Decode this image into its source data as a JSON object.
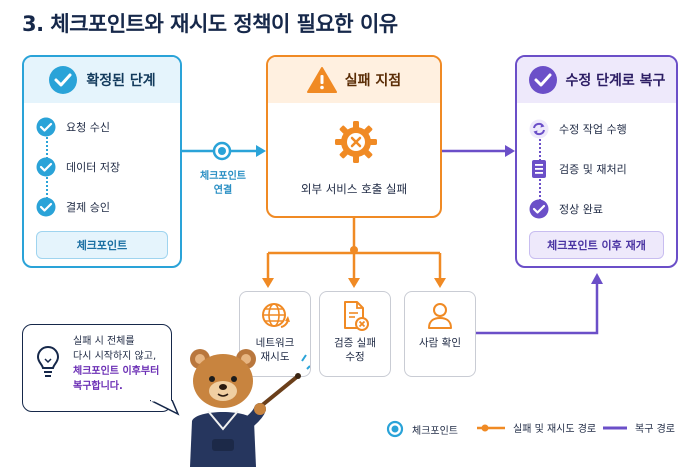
{
  "title": "3. 체크포인트와 재시도 정책이 필요한 이유",
  "left_card": {
    "title": "확정된 단계",
    "steps": [
      "요청 수신",
      "데이터 저장",
      "결제 승인"
    ],
    "footer": "체크포인트"
  },
  "connector": {
    "line1": "체크포인트",
    "line2": "연결"
  },
  "mid_card": {
    "title": "실패 지점",
    "body": "외부 서비스 호출 실패"
  },
  "right_card": {
    "title": "수정 단계로 복구",
    "steps": [
      "수정 작업 수행",
      "검증 및 재처리",
      "정상 완료"
    ],
    "footer": "체크포인트 이후 재개"
  },
  "options": [
    {
      "line1": "네트워크",
      "line2": "재시도"
    },
    {
      "line1": "검증 실패",
      "line2": "수정"
    },
    {
      "line1": "사람 확인",
      "line2": ""
    }
  ],
  "bubble": {
    "line1": "실패 시 전체를",
    "line2": "다시 시작하지 않고,",
    "line3": "체크포인트 이후부터",
    "line4": "복구합니다."
  },
  "legend": {
    "checkpoint": "체크포인트",
    "failure_path": "실패 및 재시도 경로",
    "recovery_path": "복구 경로"
  },
  "colors": {
    "blue": "#2aa3d8",
    "orange": "#f08a24",
    "purple": "#6b4fc8",
    "navy": "#16284a"
  }
}
